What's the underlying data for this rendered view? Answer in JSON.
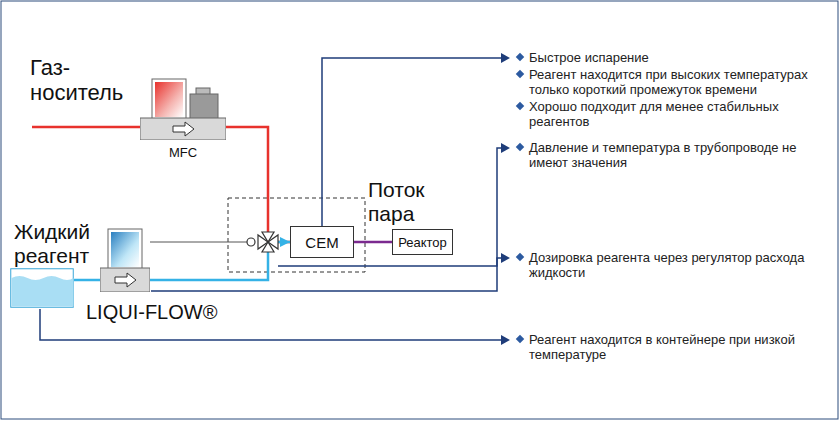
{
  "diagram": {
    "nodes": [
      {
        "text": [
          "MFC"
        ]
      },
      {
        "text": [
          "CEM"
        ]
      },
      {
        "text": [
          "Реактор"
        ]
      },
      {
        "text": [
          "Жидкий реагент"
        ]
      },
      {
        "text": [
          "LIQUI-FLOW®"
        ]
      }
    ],
    "edges": [
      {
        "from": 0,
        "to": 1,
        "arrow": "none"
      },
      {
        "from": 3,
        "to": 4,
        "arrow": "none"
      },
      {
        "from": 4,
        "to": 1,
        "arrow": "to"
      },
      {
        "from": 1,
        "to": 2,
        "arrow": "none"
      }
    ],
    "labels": [
      "Газ- носитель",
      "Поток пара",
      "Быстрое испарение",
      "Реагент находится при высоких температурах только короткий промежуток времени",
      "Хорошо подходит для менее стабильных реагентов",
      "Давление и температура в трубопроводе не имеют значения",
      "Дозировка реагента через регулятор расхода жидкости",
      "Реагент находится в контейнере при низкой температуре"
    ]
  }
}
